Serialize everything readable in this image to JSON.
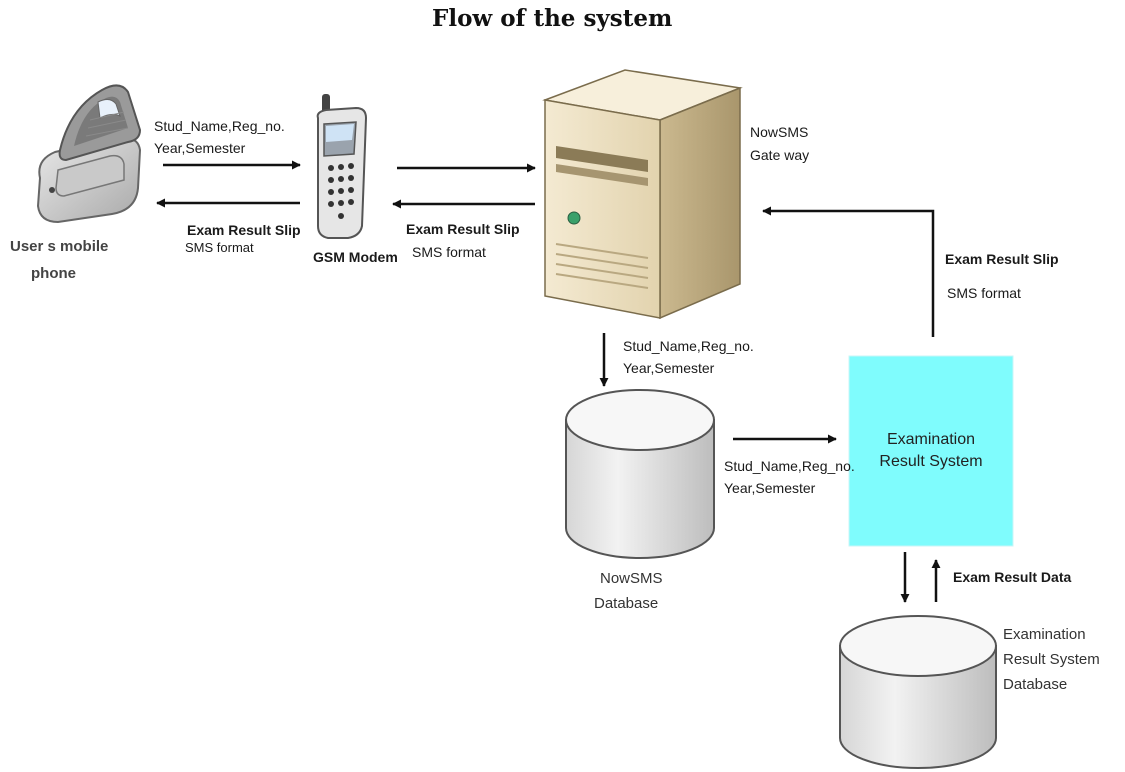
{
  "title": "Flow of the system",
  "colors": {
    "ers_box": "#7ffcfd",
    "arrow": "#111111",
    "db_fill": "#dcdcdc",
    "server_fill": "#efe3c6"
  },
  "nodes": {
    "phone": {
      "icon": "flip-mobile-phone-icon",
      "label_line1": "User s mobile",
      "label_line2": "phone"
    },
    "modem": {
      "icon": "gsm-modem-phone-icon",
      "label": "GSM Modem"
    },
    "server": {
      "icon": "server-tower-icon",
      "label_line1": "NowSMS",
      "label_line2": "Gate way"
    },
    "nowsms_db": {
      "icon": "database-cylinder-icon",
      "label_line1": "NowSMS",
      "label_line2": "Database"
    },
    "ers": {
      "label_line1": "Examination",
      "label_line2": "Result System"
    },
    "ers_db": {
      "icon": "database-cylinder-icon",
      "label_line1": "Examination",
      "label_line2": "Result System",
      "label_line3": "Database"
    }
  },
  "edges": {
    "phone_to_modem": {
      "line1": "Stud_Name,Reg_no.",
      "line2": "Year,Semester"
    },
    "modem_to_phone": {
      "line1": "Exam Result Slip",
      "line2": "SMS format"
    },
    "server_to_modem": {
      "line1": "Exam Result Slip",
      "line2": "SMS format"
    },
    "server_to_db": {
      "line1": "Stud_Name,Reg_no.",
      "line2": "Year,Semester"
    },
    "db_to_ers": {
      "line1": "Stud_Name,Reg_no.",
      "line2": "Year,Semester"
    },
    "ers_to_server": {
      "line1": "Exam Result Slip",
      "line2": "SMS format"
    },
    "ers_db_data": {
      "line1": "Exam Result Data"
    }
  }
}
